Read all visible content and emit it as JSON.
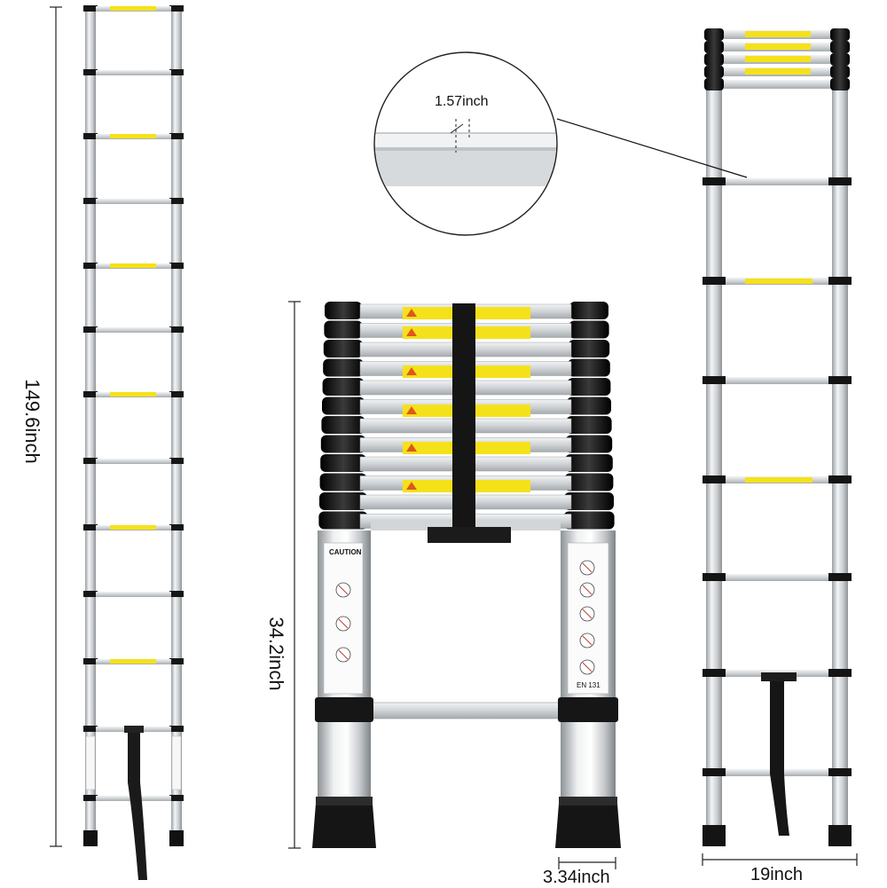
{
  "dimensions": {
    "extended_height": "149.6inch",
    "retracted_height": "34.2inch",
    "rung_spacing_depth": "1.57inch",
    "foot_width": "3.34inch",
    "ladder_width": "19inch"
  },
  "labels": {
    "caution_title": "CAUTION",
    "standard": "EN 131"
  },
  "colors": {
    "aluminum": "#cfd3d6",
    "rail_highlight": "#f4f5f6",
    "black_cap": "#1b1b1b",
    "warning_yellow": "#f5e11a"
  }
}
